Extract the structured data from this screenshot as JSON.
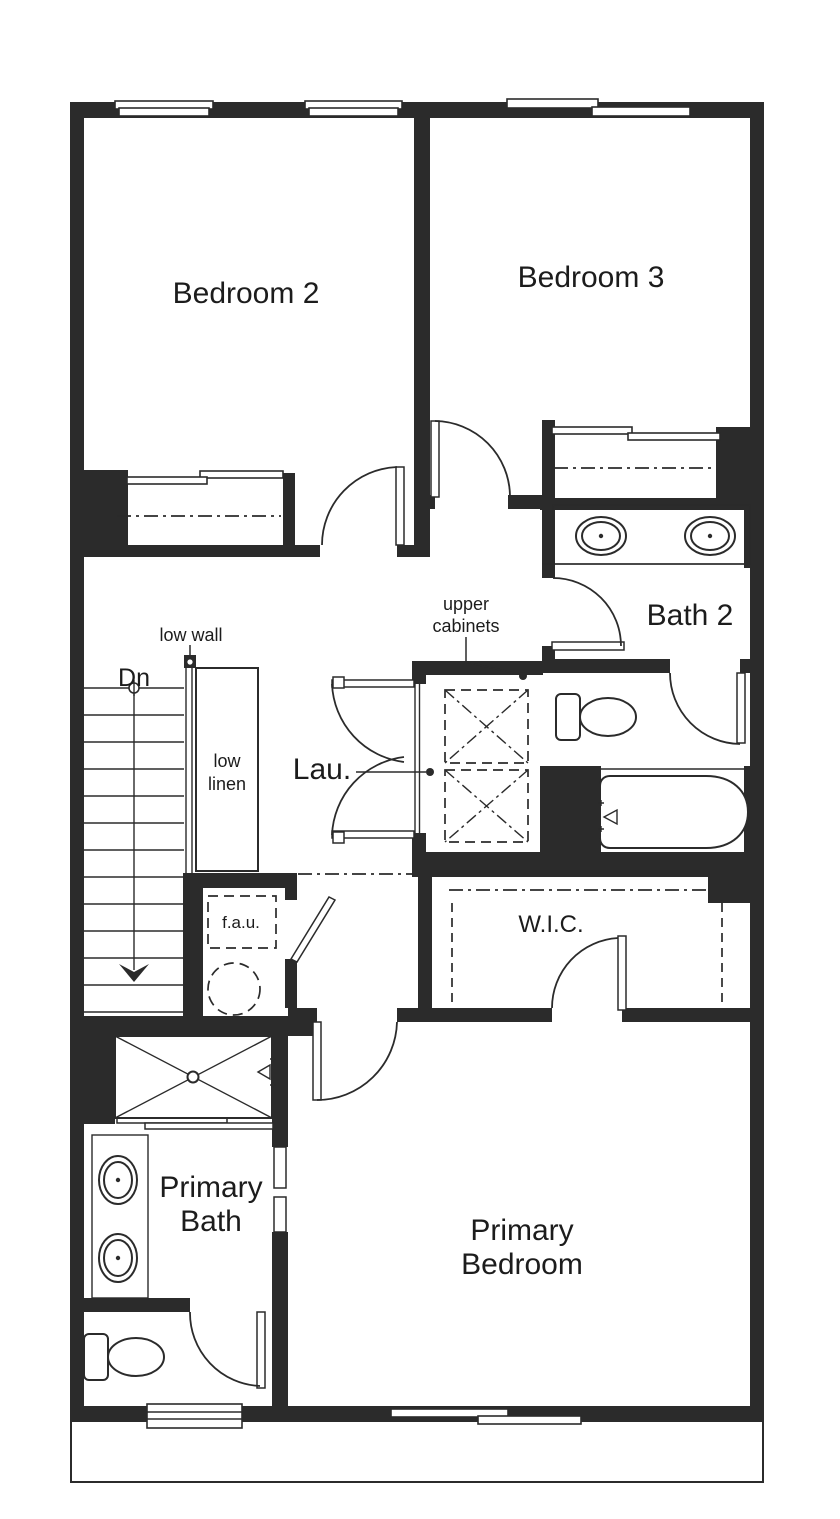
{
  "drawing": {
    "type": "floor-plan",
    "colors": {
      "wall": "#2b2b2b",
      "line": "#2b2b2b",
      "text": "#1c1c1c",
      "background": "#ffffff"
    }
  },
  "rooms": {
    "bedroom2": {
      "label": "Bedroom 2"
    },
    "bedroom3": {
      "label": "Bedroom 3"
    },
    "bath2": {
      "label": "Bath 2"
    },
    "laundry": {
      "label": "Lau."
    },
    "wic": {
      "label": "W.I.C."
    },
    "primary_bath": {
      "line1": "Primary",
      "line2": "Bath"
    },
    "primary_bedroom": {
      "line1": "Primary",
      "line2": "Bedroom"
    }
  },
  "annotations": {
    "down": "Dn",
    "low_wall": "low wall",
    "low_linen_line1": "low",
    "low_linen_line2": "linen",
    "upper_cabinets_line1": "upper",
    "upper_cabinets_line2": "cabinets",
    "fau": "f.a.u."
  }
}
